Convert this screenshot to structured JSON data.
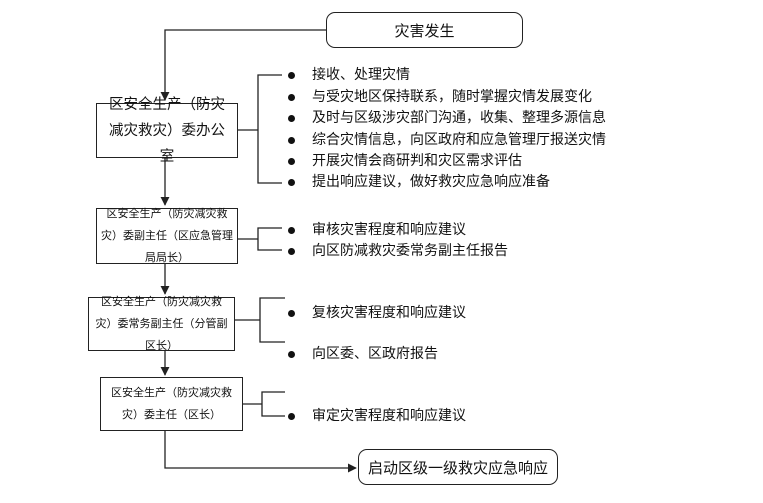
{
  "start": "灾害发生",
  "levels": [
    {
      "role": "区安全生产（防灾减灾救灾）委办公室",
      "duties": [
        "接收、处理灾情",
        "与受灾地区保持联系，随时掌握灾情发展变化",
        "及时与区级涉灾部门沟通，收集、整理多源信息",
        "综合灾情信息，向区政府和应急管理厅报送灾情",
        "开展灾情会商研判和灾区需求评估",
        "提出响应建议，做好救灾应急响应准备"
      ]
    },
    {
      "role": "区安全生产（防灾减灾救灾）委副主任（区应急管理局局长）",
      "duties": [
        "审核灾害程度和响应建议",
        "向区防减救灾委常务副主任报告"
      ]
    },
    {
      "role": "区安全生产（防灾减灾救灾）委常务副主任（分管副区长）",
      "duties": [
        "复核灾害程度和响应建议",
        "向区委、区政府报告"
      ]
    },
    {
      "role": "区安全生产（防灾减灾救灾）委主任（区长）",
      "duties": [
        "审定灾害程度和响应建议"
      ]
    }
  ],
  "end": "启动区级一级救灾应急响应"
}
